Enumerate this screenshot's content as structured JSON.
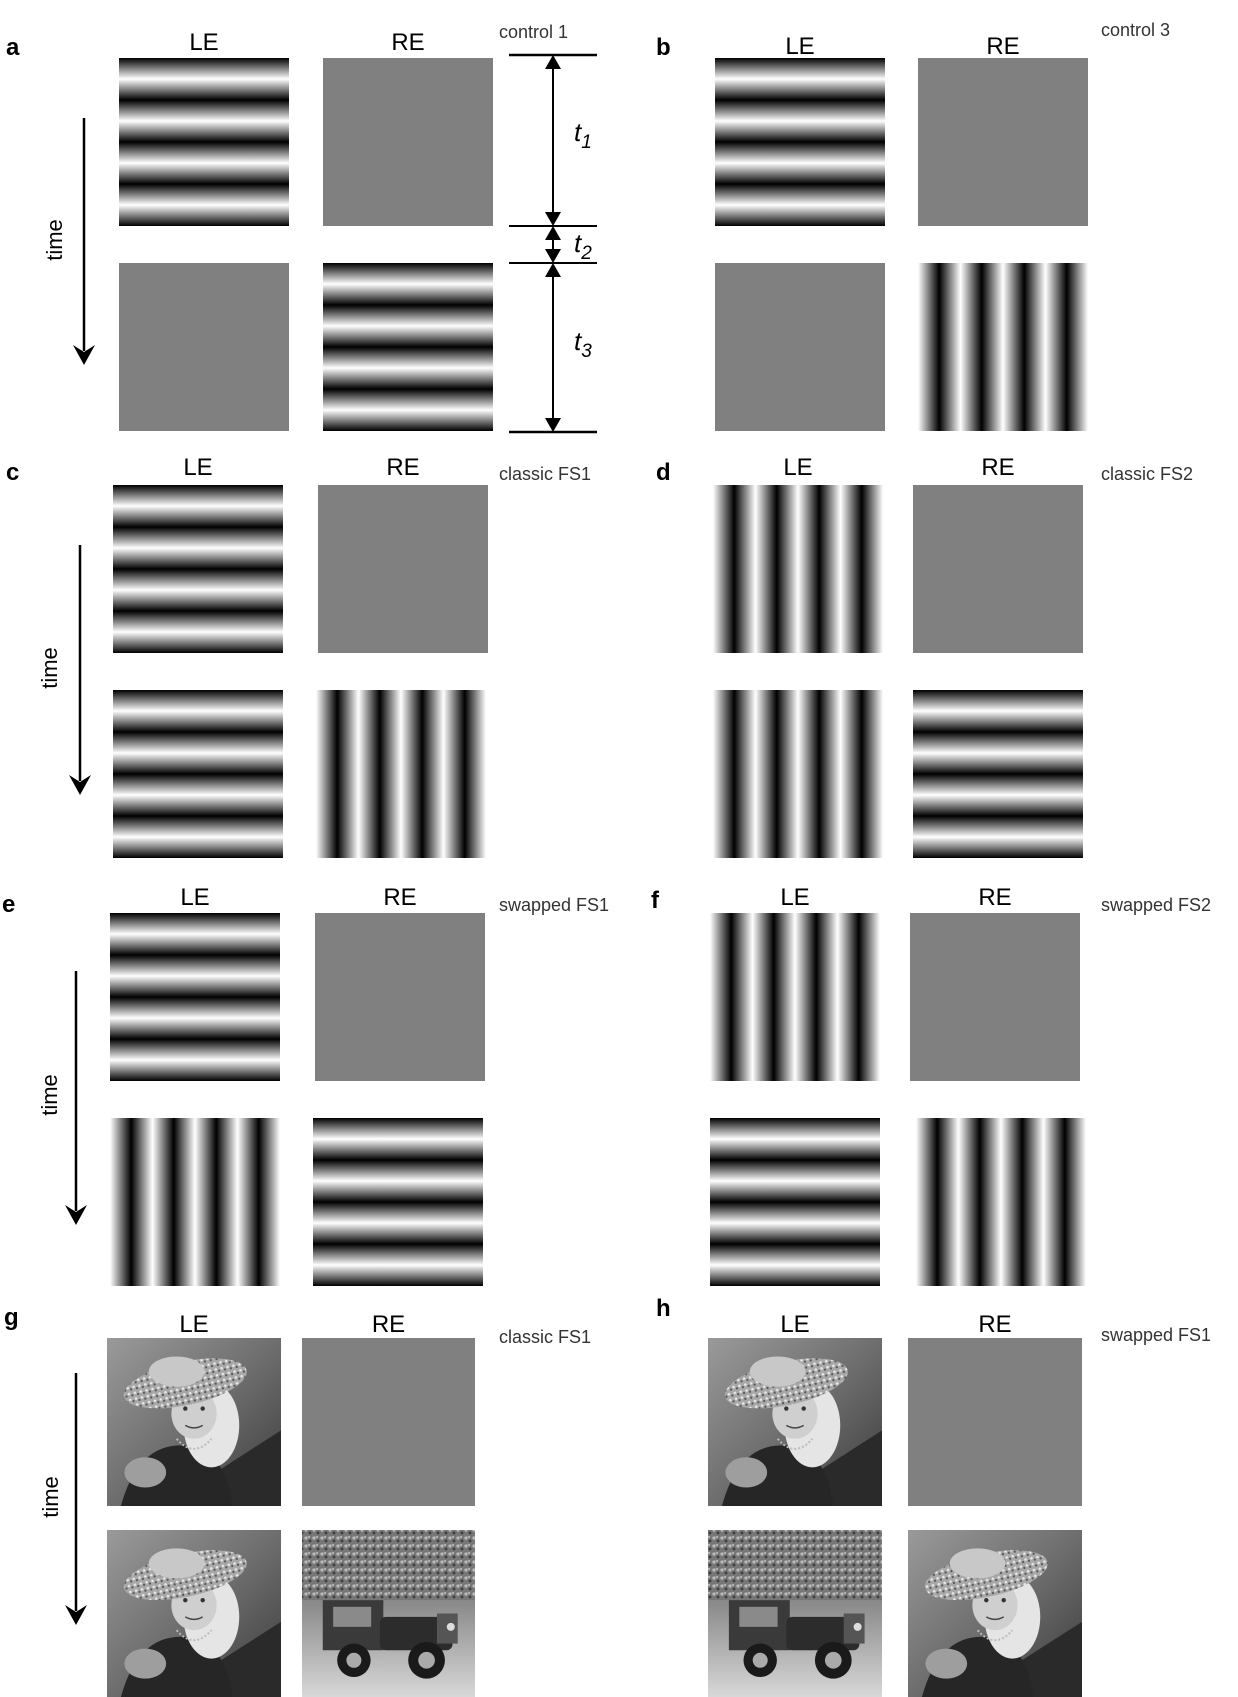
{
  "eye_labels": {
    "left": "LE",
    "right": "RE"
  },
  "time_label": "time",
  "timing_labels": [
    "t",
    "t",
    "t"
  ],
  "timing_subscripts": [
    "1",
    "2",
    "3"
  ],
  "panels": [
    {
      "id": "a",
      "letter": "a",
      "condition": "control 1",
      "top": {
        "LE": "horizontal-grating",
        "RE": "gray"
      },
      "bottom": {
        "LE": "gray",
        "RE": "horizontal-grating"
      }
    },
    {
      "id": "b",
      "letter": "b",
      "condition": "control 3",
      "top": {
        "LE": "horizontal-grating",
        "RE": "gray"
      },
      "bottom": {
        "LE": "gray",
        "RE": "vertical-grating"
      }
    },
    {
      "id": "c",
      "letter": "c",
      "condition": "classic FS1",
      "top": {
        "LE": "horizontal-grating",
        "RE": "gray"
      },
      "bottom": {
        "LE": "horizontal-grating",
        "RE": "vertical-grating"
      }
    },
    {
      "id": "d",
      "letter": "d",
      "condition": "classic FS2",
      "top": {
        "LE": "vertical-grating",
        "RE": "gray"
      },
      "bottom": {
        "LE": "vertical-grating",
        "RE": "horizontal-grating"
      }
    },
    {
      "id": "e",
      "letter": "e",
      "condition": "swapped FS1",
      "top": {
        "LE": "horizontal-grating",
        "RE": "gray"
      },
      "bottom": {
        "LE": "vertical-grating",
        "RE": "horizontal-grating"
      }
    },
    {
      "id": "f",
      "letter": "f",
      "condition": "swapped FS2",
      "top": {
        "LE": "vertical-grating",
        "RE": "gray"
      },
      "bottom": {
        "LE": "horizontal-grating",
        "RE": "vertical-grating"
      }
    },
    {
      "id": "g",
      "letter": "g",
      "condition": "classic FS1",
      "top": {
        "LE": "girl-photo",
        "RE": "gray"
      },
      "bottom": {
        "LE": "girl-photo",
        "RE": "truck-photo"
      }
    },
    {
      "id": "h",
      "letter": "h",
      "condition": "swapped FS1",
      "top": {
        "LE": "girl-photo",
        "RE": "gray"
      },
      "bottom": {
        "LE": "truck-photo",
        "RE": "girl-photo"
      }
    }
  ],
  "colors": {
    "gray": "#808080",
    "black": "#000000",
    "white": "#ffffff"
  }
}
